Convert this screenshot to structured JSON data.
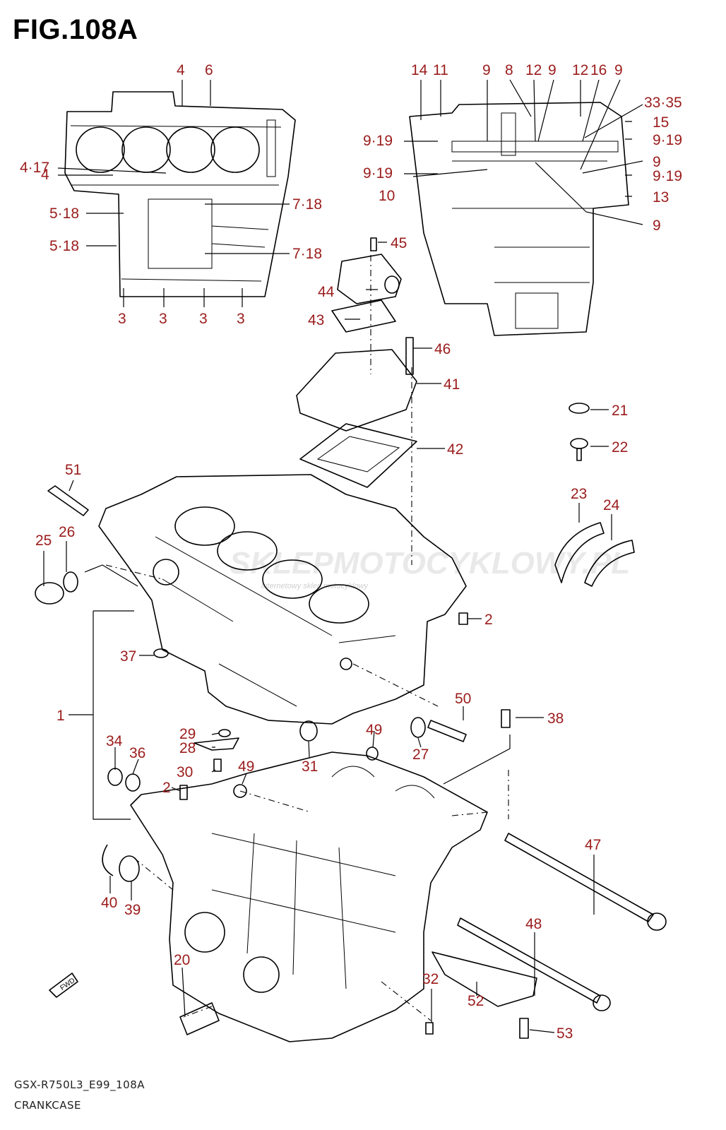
{
  "figure": {
    "title": "FIG.108A",
    "model_code": "GSX-R750L3_E99_108A",
    "name": "CRANKCASE"
  },
  "watermark": {
    "brand": "SKLEPMOTOCYKLOWY.PL",
    "slogan": "internetowy sklep motocyklowy"
  },
  "fwd_arrow_label": "FWD",
  "callouts": [
    "4",
    "6",
    "14",
    "11",
    "9",
    "8",
    "12",
    "9",
    "12",
    "16",
    "9",
    "33·35",
    "15",
    "9·19",
    "9·19",
    "9",
    "9·19",
    "9·19",
    "4·17",
    "4",
    "5·18",
    "5·18",
    "7·18",
    "7·18",
    "10",
    "13",
    "9",
    "3",
    "3",
    "3",
    "3",
    "45",
    "44",
    "43",
    "46",
    "41",
    "42",
    "21",
    "22",
    "23",
    "24",
    "51",
    "25",
    "26",
    "2",
    "37",
    "1",
    "50",
    "38",
    "29",
    "28",
    "49",
    "27",
    "34",
    "36",
    "30",
    "49",
    "31",
    "2",
    "47",
    "40",
    "39",
    "48",
    "20",
    "32",
    "52",
    "53"
  ]
}
